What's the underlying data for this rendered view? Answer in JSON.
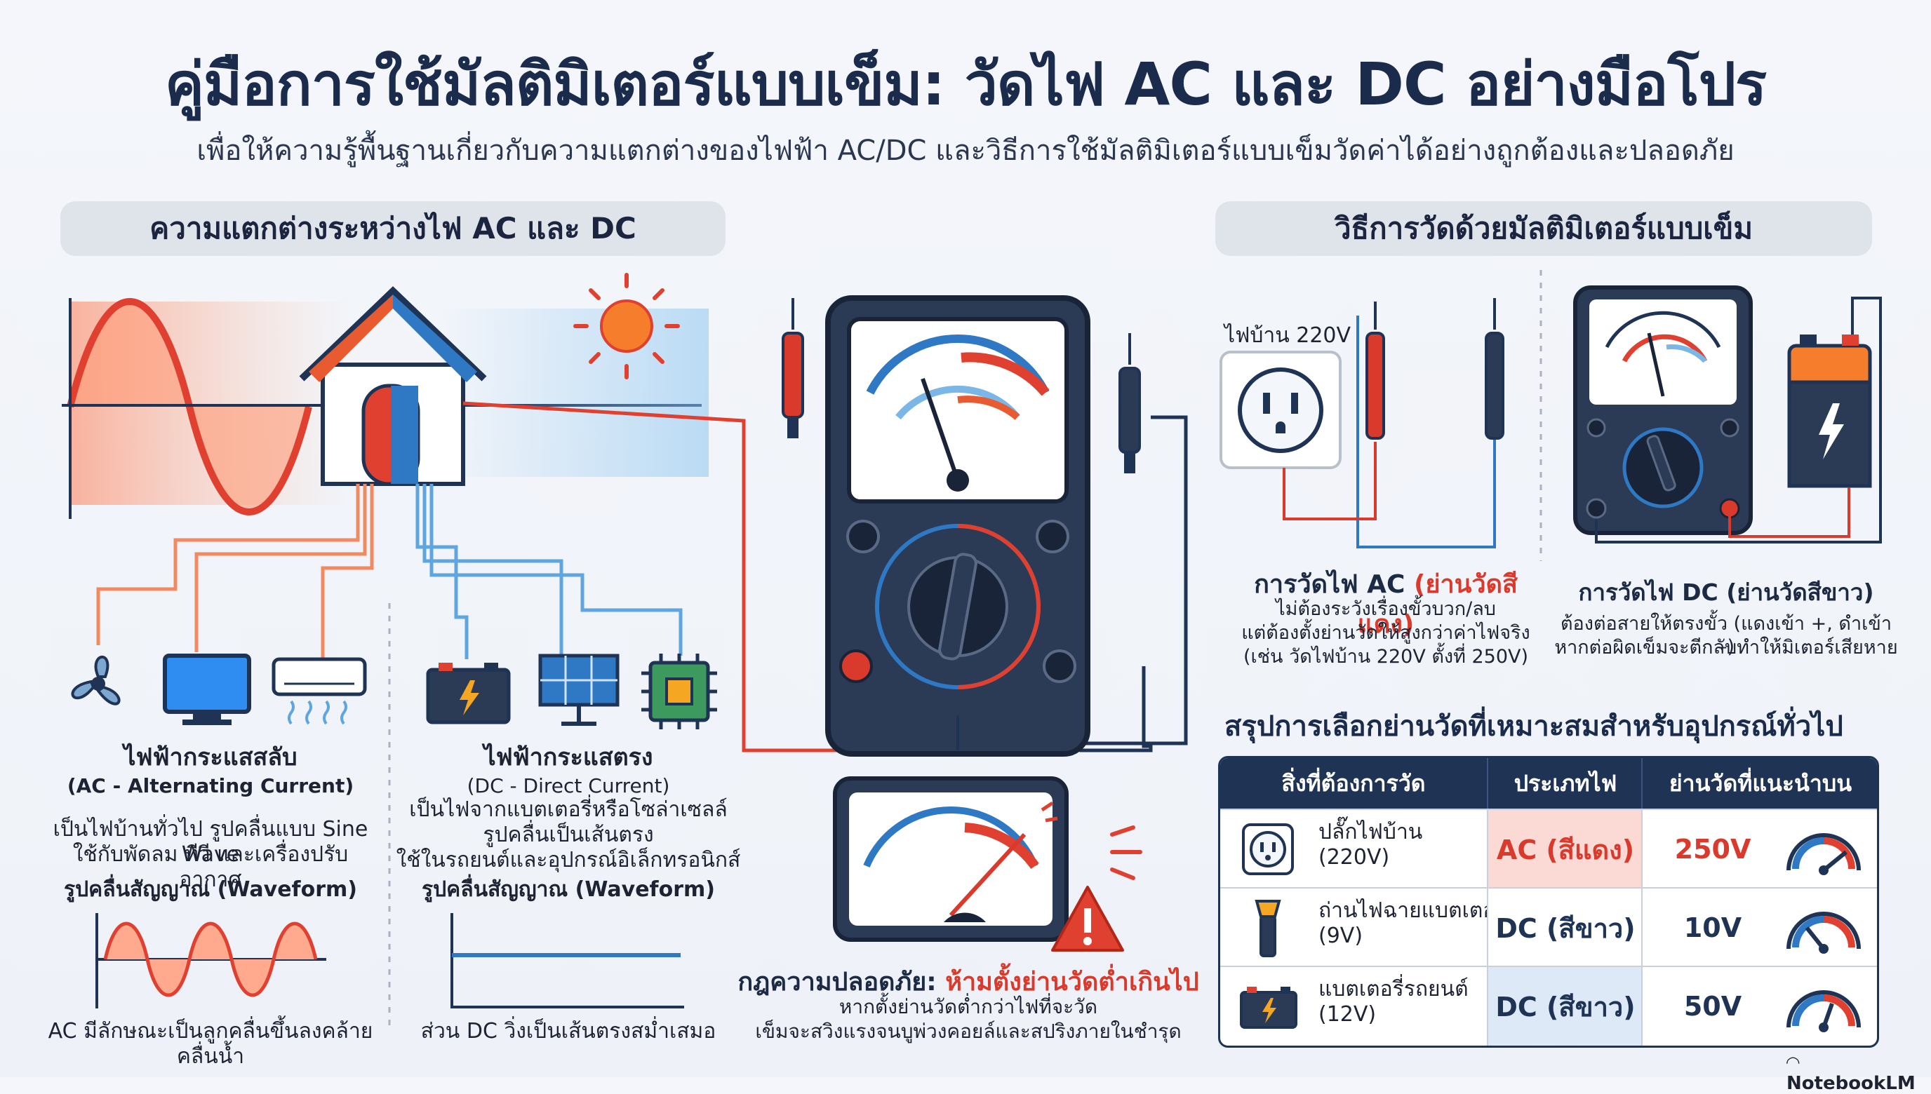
{
  "title": "คู่มือการใช้มัลติมิเตอร์แบบเข็ม: วัดไฟ AC และ DC อย่างมือโปร",
  "subtitle": "เพื่อให้ความรู้พื้นฐานเกี่ยวกับความแตกต่างของไฟฟ้า AC/DC และวิธีการใช้มัลติมิเตอร์แบบเข็มวัดค่าได้อย่างถูกต้องและปลอดภัย",
  "left_section": {
    "heading": "ความแตกต่างระหว่างไฟ AC และ DC",
    "ac": {
      "name": "ไฟฟ้ากระแสสลับ",
      "english": "(AC - Alternating Current)",
      "desc1": "เป็นไฟบ้านทั่วไป รูปคลื่นแบบ Sine Wave",
      "desc2": "ใช้กับพัดลม ทีวี และเครื่องปรับอากาศ",
      "waveform_label": "รูปคลื่นสัญญาณ (Waveform)",
      "caption": "AC มีลักษณะเป็นลูกคลื่นขึ้นลงคล้ายคลื่นน้ำ"
    },
    "dc": {
      "name": "ไฟฟ้ากระแสตรง",
      "english": "(DC - Direct Current)",
      "desc1": "เป็นไฟจากแบตเตอรี่หรือโซล่าเซลล์",
      "desc2": "รูปคลื่นเป็นเส้นตรง",
      "desc3": "ใช้ในรถยนต์และอุปกรณ์อิเล็กทรอนิกส์",
      "waveform_label": "รูปคลื่นสัญญาณ (Waveform)",
      "caption": "ส่วน DC วิ่งเป็นเส้นตรงสม่ำเสมอ"
    }
  },
  "safety": {
    "label": "กฎความปลอดภัย:",
    "warning": "ห้ามตั้งย่านวัดต่ำเกินไป",
    "line1": "หากตั้งย่านวัดต่ำกว่าไฟที่จะวัด",
    "line2": "เข็มจะสวิงแรงจนบูพ่วงคอยล์และสปริงภายในชำรุด"
  },
  "right_section": {
    "heading": "วิธีการวัดด้วยมัลติมิเตอร์แบบเข็ม",
    "ac_measure": {
      "outlet_label": "ไฟบ้าน 220V",
      "title_main": "การวัดไฟ AC",
      "title_range": "(ย่านวัดสีแดง)",
      "line1": "ไม่ต้องระวังเรื่องขั้วบวก/ลบ",
      "line2": "แต่ต้องตั้งย่านวัดให้สูงกว่าค่าไฟจริง",
      "line3": "(เช่น วัดไฟบ้าน 220V ตั้งที่ 250V)"
    },
    "dc_measure": {
      "title": "การวัดไฟ DC (ย่านวัดสีขาว)",
      "line1": "ต้องต่อสายให้ตรงขั้ว (แดงเข้า +, ดำเข้า –)",
      "line2": "หากต่อผิดเข็มจะตีกลับทำให้มิเตอร์เสียหาย"
    }
  },
  "summary": {
    "title": "สรุปการเลือกย่านวัดที่เหมาะสมสำหรับอุปกรณ์ทั่วไป",
    "headers": [
      "สิ่งที่ต้องการวัด",
      "ประเภทไฟ",
      "ย่านวัดที่แนะนำบนมิเตอร์"
    ],
    "rows": [
      {
        "device1": "ปลั๊กไฟบ้าน",
        "device2": "(220V)",
        "type": "AC (สีแดง)",
        "range": "250V",
        "icon": "outlet-icon"
      },
      {
        "device1": "ถ่านไฟฉายแบตเตอรี่",
        "device2": "(9V)",
        "type": "DC (สีขาว)",
        "range": "10V",
        "icon": "flashlight-icon"
      },
      {
        "device1": "แบตเตอรี่รถยนต์",
        "device2": "(12V)",
        "type": "DC (สีขาว)",
        "range": "50V",
        "icon": "car-battery-icon"
      }
    ]
  },
  "brand": "NotebookLM",
  "colors": {
    "ac": "#e0402f",
    "dc": "#2f78c4",
    "navy": "#1f3355",
    "ac_cell": "#fbd9d5",
    "dc_cell": "#dde9f7"
  }
}
